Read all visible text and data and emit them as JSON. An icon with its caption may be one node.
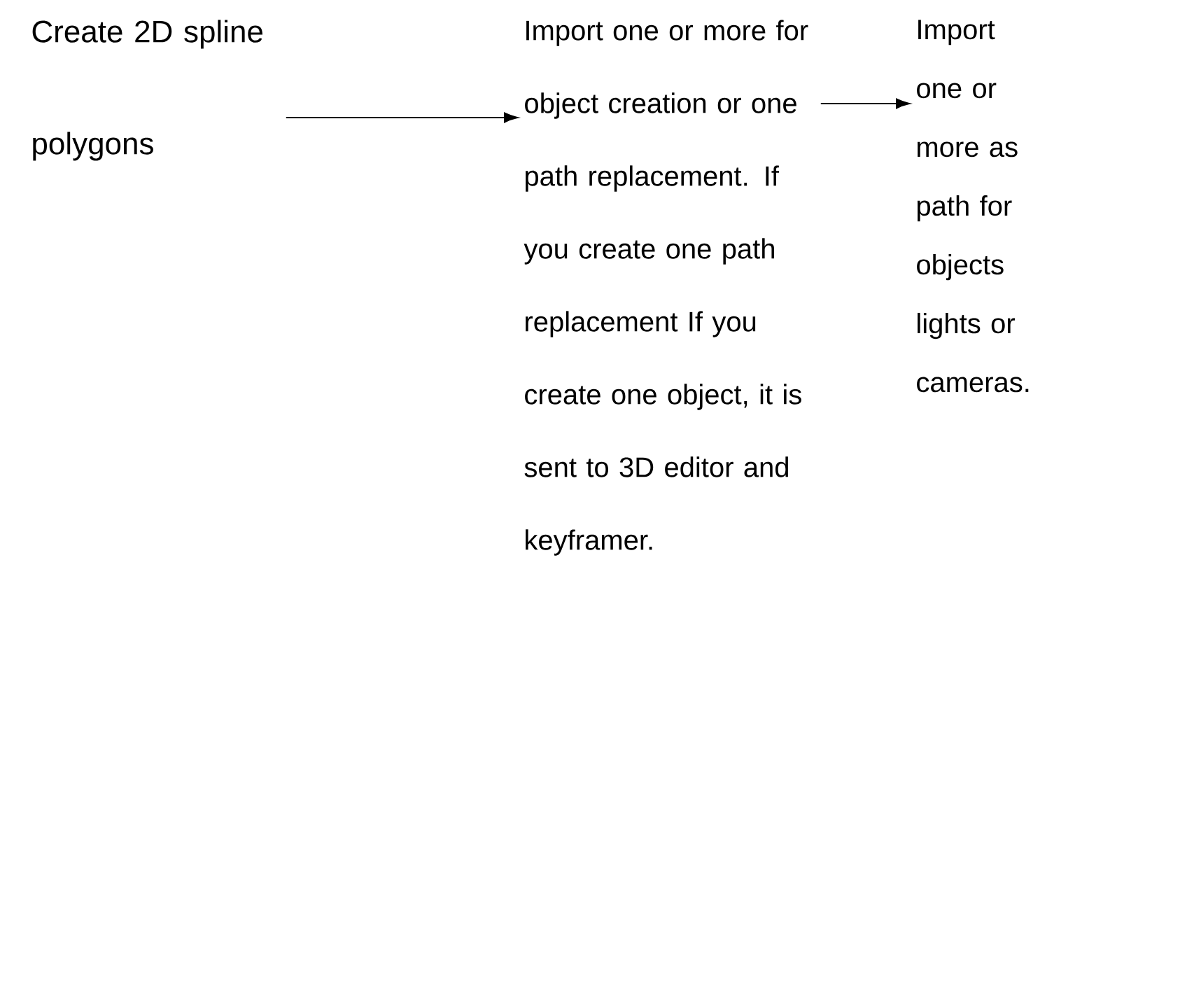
{
  "diagram": {
    "nodes": [
      {
        "text": [
          "Create 2D spline polygons"
        ]
      },
      {
        "text": [
          "Import one or more for object creation or one path replacement. If you create one path replacement If you create one object, it is sent to 3D editor and keyframer."
        ]
      },
      {
        "text": [
          "Import one or more as path for objects lights or cameras."
        ]
      }
    ],
    "edges": [
      {
        "from": 0,
        "to": 1,
        "arrow": "to"
      },
      {
        "from": 1,
        "to": 2,
        "arrow": "to"
      }
    ]
  }
}
